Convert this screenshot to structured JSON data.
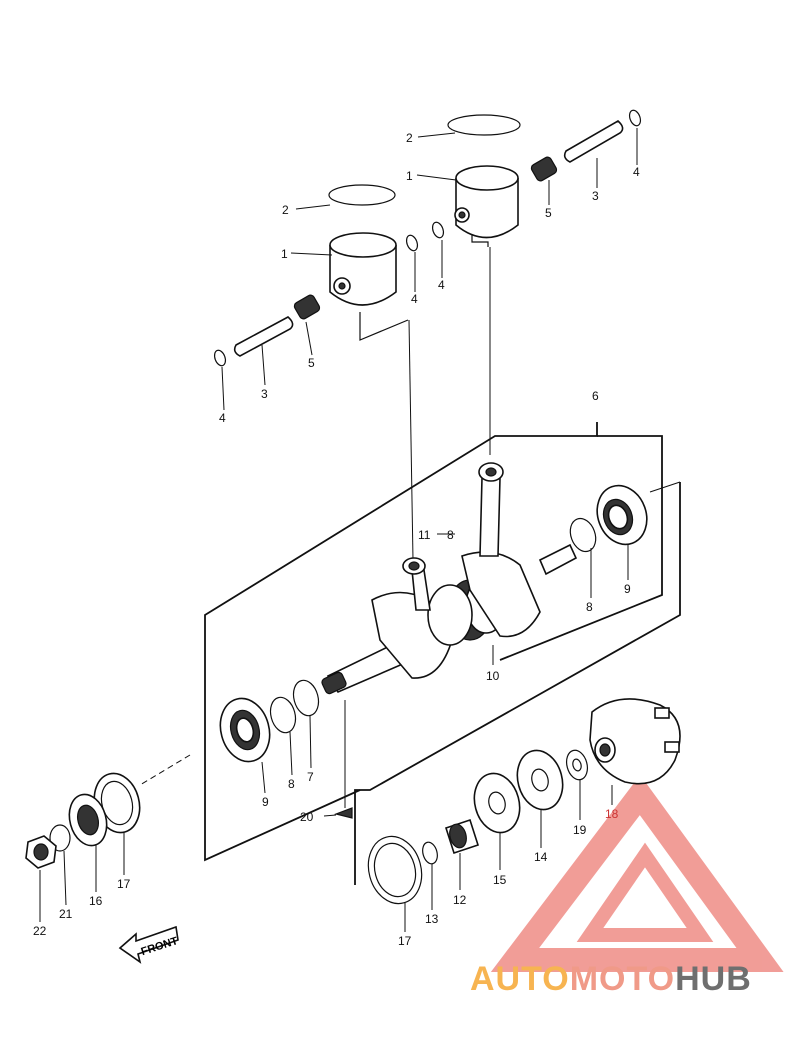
{
  "diagram": {
    "front_label": "FRONT",
    "callout_8_alt": "8",
    "labels": [
      {
        "id": "p2a",
        "text": "2"
      },
      {
        "id": "p2b",
        "text": "2"
      },
      {
        "id": "p1a",
        "text": "1"
      },
      {
        "id": "p1b",
        "text": "1"
      },
      {
        "id": "p3a",
        "text": "3"
      },
      {
        "id": "p3b",
        "text": "3"
      },
      {
        "id": "p4a",
        "text": "4"
      },
      {
        "id": "p4b",
        "text": "4"
      },
      {
        "id": "p4c",
        "text": "4"
      },
      {
        "id": "p4d",
        "text": "4"
      },
      {
        "id": "p5a",
        "text": "5"
      },
      {
        "id": "p5b",
        "text": "5"
      },
      {
        "id": "p6",
        "text": "6"
      },
      {
        "id": "p11",
        "text": "11"
      },
      {
        "id": "p8a",
        "text": "8"
      },
      {
        "id": "p9a",
        "text": "9"
      },
      {
        "id": "p10",
        "text": "10"
      },
      {
        "id": "p9b",
        "text": "9"
      },
      {
        "id": "p8b",
        "text": "8"
      },
      {
        "id": "p7",
        "text": "7"
      },
      {
        "id": "p20",
        "text": "20"
      },
      {
        "id": "p18",
        "text": "18"
      },
      {
        "id": "p19",
        "text": "19"
      },
      {
        "id": "p14",
        "text": "14"
      },
      {
        "id": "p15",
        "text": "15"
      },
      {
        "id": "p12",
        "text": "12"
      },
      {
        "id": "p13",
        "text": "13"
      },
      {
        "id": "p17a",
        "text": "17"
      },
      {
        "id": "p17b",
        "text": "17"
      },
      {
        "id": "p16",
        "text": "16"
      },
      {
        "id": "p21",
        "text": "21"
      },
      {
        "id": "p22",
        "text": "22"
      }
    ]
  },
  "watermark": {
    "part1": "AUTO",
    "part2": "MOTO",
    "part3": "HUB",
    "colors": {
      "auto": "#f7b451",
      "moto": "#f09a88",
      "hub": "#6f6f6f",
      "triangle": "#ef8c86"
    }
  }
}
